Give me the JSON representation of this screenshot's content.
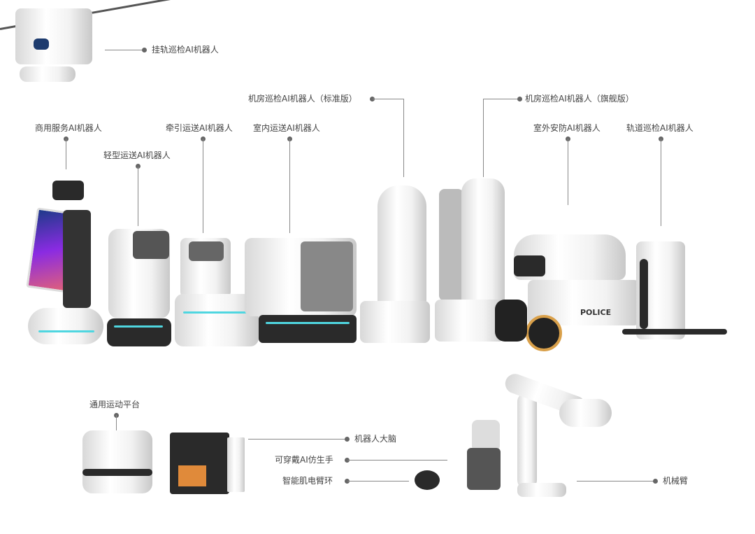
{
  "labels": {
    "rail_inspection": "挂轨巡检AI机器人",
    "commercial_service": "商用服务AI机器人",
    "light_delivery": "轻型运送AI机器人",
    "towing_delivery": "牵引运送AI机器人",
    "indoor_delivery": "室内运送AI机器人",
    "server_room_standard": "机房巡检AI机器人（标准版）",
    "server_room_flagship": "机房巡检AI机器人（旗舰版）",
    "outdoor_security": "室外安防AI机器人",
    "track_inspection": "轨道巡检AI机器人",
    "motion_platform": "通用运动平台",
    "robot_brain": "机器人大脑",
    "bionic_hand": "可穿戴AI仿生手",
    "emg_armband": "智能肌电臂环",
    "robotic_arm": "机械臂"
  },
  "product_markings": {
    "police": "POLICE"
  },
  "colors": {
    "accent_glow": "#4fd6e0",
    "callout": "#666666"
  }
}
